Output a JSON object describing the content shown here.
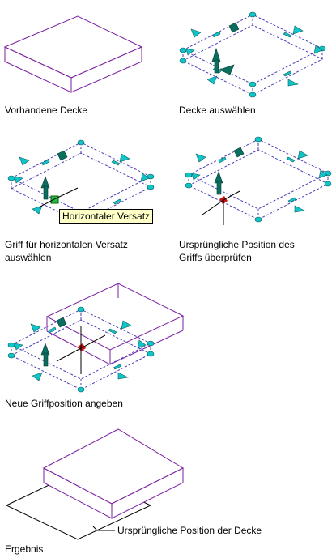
{
  "colors": {
    "slab": "#7a1fa2",
    "dashed": "#4a3cb8",
    "grip": "#10c4c9",
    "grip_dark": "#0a5f5a",
    "selected_grip": "#c8140c",
    "tooltip_bg": "#ffffc8"
  },
  "captions": {
    "step1": "Vorhandene Decke",
    "step2": "Decke auswählen",
    "step3_line1": "Griff für horizontalen Versatz",
    "step3_line2": "auswählen",
    "step4_line1": "Ursprüngliche Position des",
    "step4_line2": "Griffs überprüfen",
    "step5": "Neue Griffposition angeben",
    "step6": "Ergebnis",
    "result_callout": "Ursprüngliche Position der Decke"
  },
  "tooltip": "Horizontaler Versatz",
  "icons": [
    "grip-arrow-icon",
    "edge-grip-icon",
    "vertex-grip-icon",
    "crosshair-cursor-icon",
    "selected-grip-icon"
  ]
}
